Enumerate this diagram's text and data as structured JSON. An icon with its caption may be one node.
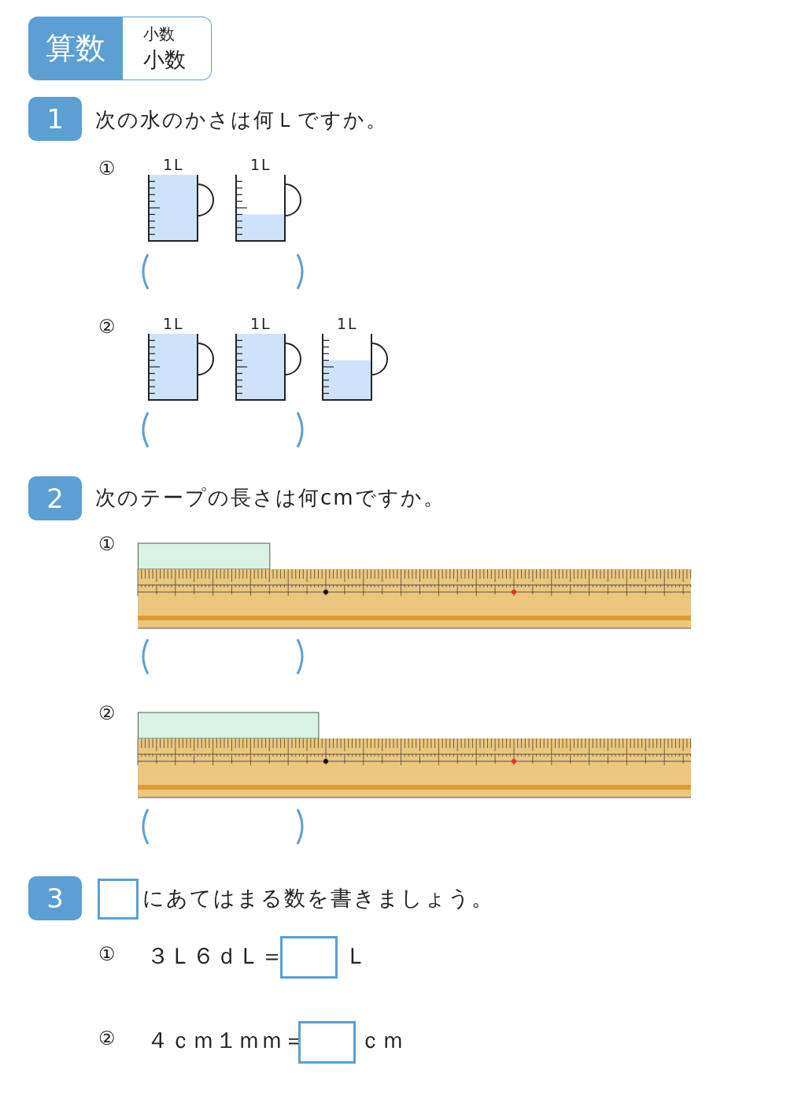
{
  "diagram": {
    "nodes": [
      {
        "text": [
          "算数"
        ]
      },
      {
        "text": [
          "小数",
          "小数"
        ]
      },
      {
        "text": [
          "1"
        ]
      },
      {
        "text": [
          "2"
        ]
      },
      {
        "text": [
          "3"
        ]
      }
    ],
    "labels": [
      "次の水のかさは何Ｌですか。",
      "①",
      "1L",
      "1L",
      "②",
      "1L",
      "1L",
      "1L",
      "次のテープの長さは何cmですか。",
      "①",
      "②",
      "にあてはまる数を書きましょう。",
      "①",
      "３Ｌ６ｄＬ＝",
      "Ｌ",
      "②",
      "４ｃｍ１ｍｍ＝",
      "ｃｍ"
    ]
  }
}
